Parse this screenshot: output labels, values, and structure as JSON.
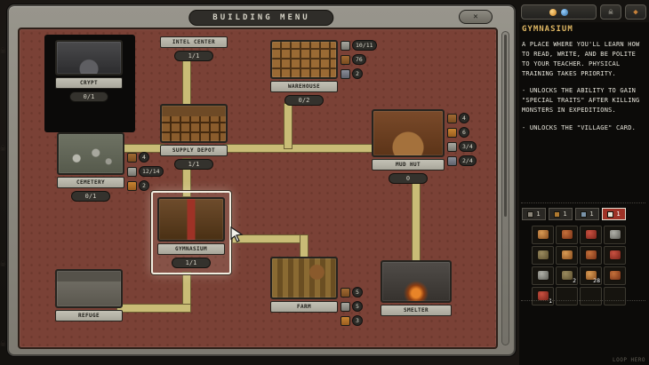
{
  "window": {
    "title": "BUILDING MENU",
    "close_label": "✕"
  },
  "colors": {
    "board": "#7a4136",
    "path": "#c9bc76",
    "card": "#8f8d82",
    "accent_red": "#9e3226",
    "heading": "#dfb763"
  },
  "icons": {
    "skull": "☠",
    "gem": "◆",
    "close": "✕",
    "gold_orb": "gold-orb-icon",
    "blue_orb": "blue-orb-icon",
    "cursor": "hand-cursor-icon"
  },
  "board": {
    "buildings": {
      "crypt": {
        "name": "CRYPT",
        "count": "0/1"
      },
      "intel_center": {
        "name": "INTEL CENTER",
        "count": "1/1"
      },
      "warehouse": {
        "name": "WAREHOUSE",
        "count": "0/2",
        "badges": [
          "10/11",
          "76",
          "2"
        ]
      },
      "supply_depot": {
        "name": "SUPPLY DEPOT",
        "count": "1/1"
      },
      "cemetery": {
        "name": "CEMETERY",
        "count": "0/1",
        "badges": [
          "4",
          "12/14",
          "2"
        ]
      },
      "mud_hut": {
        "name": "MUD HUT",
        "count": "0",
        "badges": [
          "4",
          "6",
          "3/4",
          "2/4"
        ]
      },
      "gymnasium": {
        "name": "GYMNASIUM",
        "count": "1/1",
        "selected": true
      },
      "refuge": {
        "name": "REFUGE"
      },
      "farm": {
        "name": "FARM",
        "badges": [
          "5",
          "5",
          "3"
        ]
      },
      "smelter": {
        "name": "SMELTER"
      }
    }
  },
  "sidebar": {
    "title": "GYMNASIUM",
    "description": "A PLACE WHERE YOU'LL LEARN HOW TO READ, WRITE, AND BE POLITE TO YOUR TEACHER. PHYSICAL TRAINING TAKES PRIORITY.",
    "effects": [
      "- UNLOCKS THE ABILITY TO GAIN \"SPECIAL TRAITS\" AFTER KILLING MONSTERS IN EXPEDITIONS.",
      "- UNLOCKS THE \"VILLAGE\" CARD."
    ],
    "tabs": [
      {
        "count": "1"
      },
      {
        "count": "1"
      },
      {
        "count": "1"
      },
      {
        "count": "1"
      }
    ],
    "slots": [
      {
        "count": ""
      },
      {
        "count": ""
      },
      {
        "count": ""
      },
      {
        "count": ""
      },
      {
        "count": ""
      },
      {
        "count": ""
      },
      {
        "count": ""
      },
      {
        "count": ""
      },
      {
        "count": ""
      },
      {
        "count": "2"
      },
      {
        "count": "28"
      },
      {
        "count": ""
      },
      {
        "count": "1"
      },
      {
        "count": ""
      },
      {
        "count": ""
      },
      {
        "count": ""
      }
    ]
  },
  "footer": {
    "version": "LOOP HERO"
  }
}
